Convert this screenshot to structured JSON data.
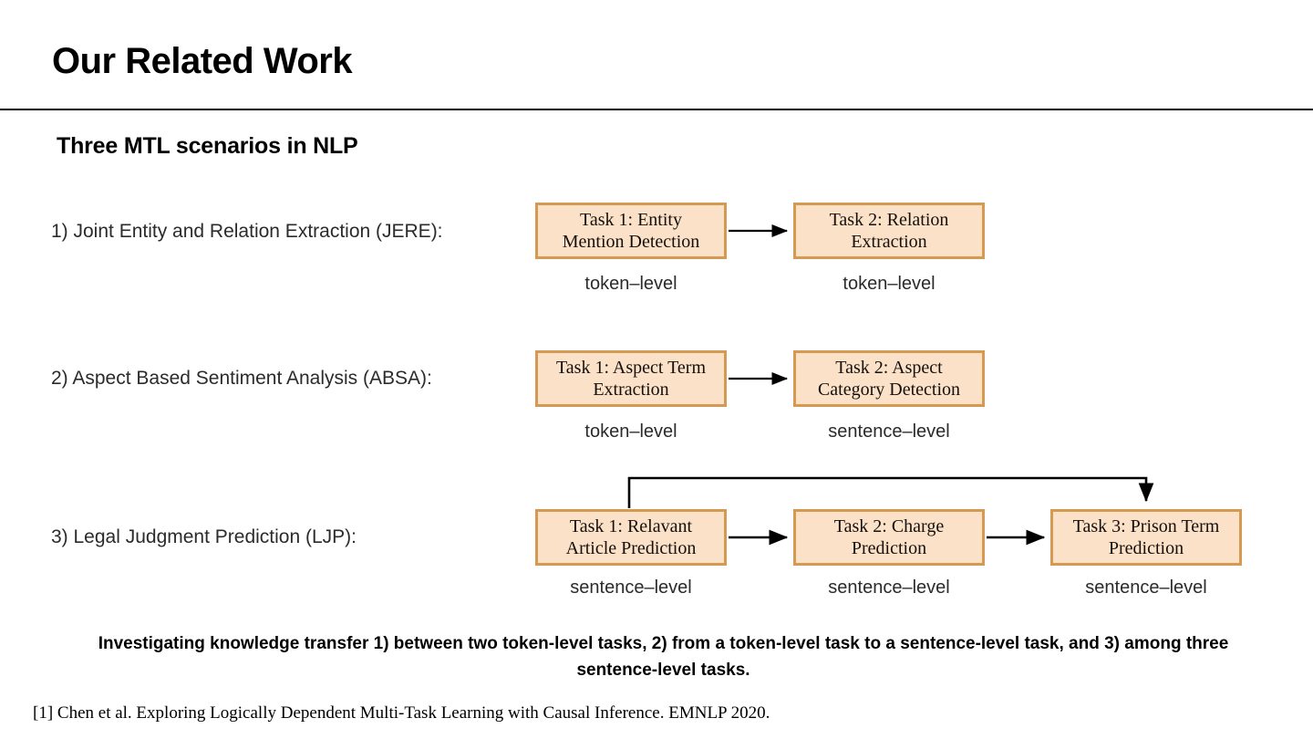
{
  "slide": {
    "title": "Our Related Work",
    "subtitle": "Three MTL scenarios in NLP",
    "caption_line1": "Investigating knowledge transfer 1) between two token-level tasks, 2) from a token-level task to a sentence-level",
    "caption_line2": "task, and 3) among three sentence-level tasks.",
    "footnote": "[1] Chen et al. Exploring Logically Dependent Multi-Task Learning with Causal Inference. EMNLP 2020."
  },
  "colors": {
    "box_fill": "#fbe1c8",
    "box_border": "#d49a51",
    "arrow": "#000000",
    "text": "#000000",
    "label_text": "#2b2b2b"
  },
  "scenarios": [
    {
      "index": "1)",
      "label": "1) Joint Entity and Relation Extraction (JERE):",
      "tasks": [
        {
          "title": "Task 1: Entity Mention Detection",
          "line1": "Task 1: Entity",
          "line2": "Mention Detection",
          "level": "token–level"
        },
        {
          "title": "Task 2: Relation Extraction",
          "line1": "Task 2: Relation",
          "line2": "Extraction",
          "level": "token–level"
        }
      ]
    },
    {
      "index": "2)",
      "label": "2) Aspect Based Sentiment Analysis (ABSA):",
      "tasks": [
        {
          "title": "Task 1: Aspect Term Extraction",
          "line1": "Task 1: Aspect Term",
          "line2": "Extraction",
          "level": "token–level"
        },
        {
          "title": "Task 2: Aspect Category Detection",
          "line1": "Task 2: Aspect",
          "line2": "Category Detection",
          "level": "sentence–level"
        }
      ]
    },
    {
      "index": "3)",
      "label": "3) Legal Judgment Prediction (LJP):",
      "tasks": [
        {
          "title": "Task 1: Relavant Article Prediction",
          "line1": "Task 1: Relavant",
          "line2": "Article Prediction",
          "level": "sentence–level"
        },
        {
          "title": "Task 2: Charge Prediction",
          "line1": "Task 2: Charge",
          "line2": "Prediction",
          "level": "sentence–level"
        },
        {
          "title": "Task 3: Prison Term Prediction",
          "line1": "Task 3: Prison Term",
          "line2": "Prediction",
          "level": "sentence–level"
        }
      ]
    }
  ]
}
